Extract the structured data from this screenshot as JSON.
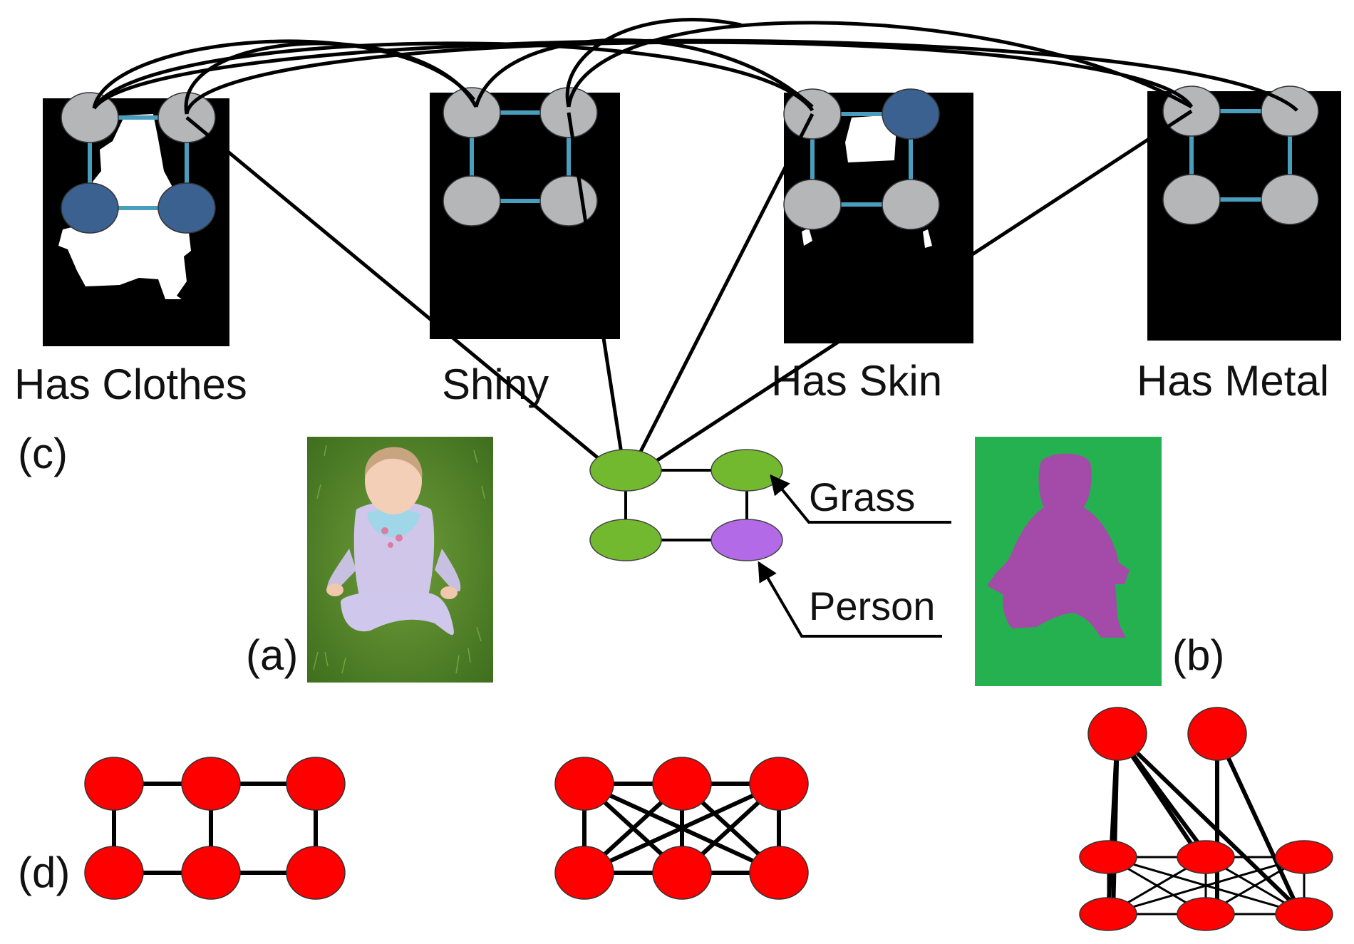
{
  "attribute_labels": [
    "Has Clothes",
    "Shiny",
    "Has Skin",
    "Has Metal"
  ],
  "panel_labels": {
    "a": "(a)",
    "b": "(b)",
    "c": "(c)",
    "d": "(d)"
  },
  "class_labels": {
    "grass": "Grass",
    "person": "Person"
  },
  "colors": {
    "node_inactive": "#b5b6b8",
    "node_active": "#3b6191",
    "grid_edge": "#4a9ebd",
    "node_grass": "#73b92f",
    "node_person": "#b26ae6",
    "segmentation_background": "#25b14f",
    "segmentation_person": "#a44aa8",
    "dense_crf_node": "#ff0000"
  },
  "attribute_panels": [
    {
      "name": "Has Clothes",
      "node_states": [
        "inactive",
        "inactive",
        "active",
        "active"
      ]
    },
    {
      "name": "Shiny",
      "node_states": [
        "inactive",
        "inactive",
        "inactive",
        "inactive"
      ]
    },
    {
      "name": "Has Skin",
      "node_states": [
        "inactive",
        "active",
        "inactive",
        "inactive"
      ]
    },
    {
      "name": "Has Metal",
      "node_states": [
        "inactive",
        "inactive",
        "inactive",
        "inactive"
      ]
    }
  ],
  "object_crf": {
    "node_classes": [
      "Grass",
      "Grass",
      "Grass",
      "Person"
    ]
  },
  "graph_types": [
    "grid",
    "dense",
    "hierarchical"
  ]
}
